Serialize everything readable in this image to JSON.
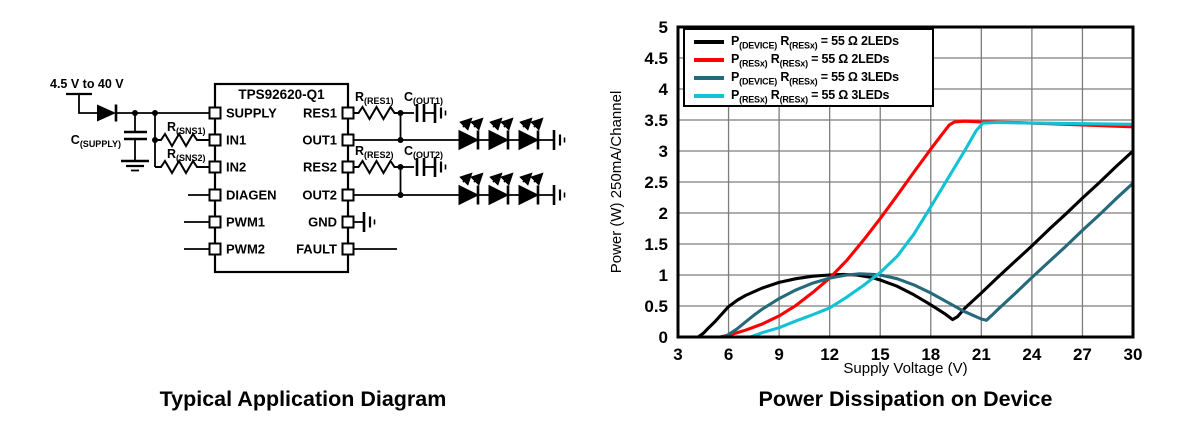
{
  "diagram": {
    "caption": "Typical Application Diagram",
    "supply_range": "4.5 V to 40 V",
    "ic_title": "TPS92620-Q1",
    "pins_left": [
      "SUPPLY",
      "IN1",
      "IN2",
      "DIAGEN",
      "PWM1",
      "PWM2"
    ],
    "pins_right": [
      "RES1",
      "OUT1",
      "RES2",
      "OUT2",
      "GND",
      "FAULT"
    ],
    "components": {
      "c_supply": {
        "base": "C",
        "sub": "(SUPPLY)"
      },
      "r_sns1": {
        "base": "R",
        "sub": "(SNS1)"
      },
      "r_sns2": {
        "base": "R",
        "sub": "(SNS2)"
      },
      "r_res1": {
        "base": "R",
        "sub": "(RES1)"
      },
      "c_out1": {
        "base": "C",
        "sub": "(OUT1)"
      },
      "r_res2": {
        "base": "R",
        "sub": "(RES2)"
      },
      "c_out2": {
        "base": "C",
        "sub": "(OUT2)"
      }
    }
  },
  "chart_data": {
    "type": "line",
    "title": "Power Dissipation on Device",
    "xlabel": "Supply Voltage (V)",
    "ylabel": "Power (W) 250mA/Channel",
    "xlim": [
      3,
      30
    ],
    "ylim": [
      0,
      5
    ],
    "xticks": [
      3,
      6,
      9,
      12,
      15,
      18,
      21,
      24,
      27,
      30
    ],
    "ytick_labels": [
      "0",
      "0.5",
      "1",
      "1.5",
      "2",
      "2.5",
      "3",
      "3.5",
      "4",
      "4.5",
      "5"
    ],
    "grid": {
      "x_step": 3,
      "y_step": 0.5,
      "color": "#7d7d7d"
    },
    "legend_position": "top-left",
    "series": [
      {
        "name": "P(DEVICE) R(RESx) = 55 Ω 2LEDs",
        "color": "#000000",
        "legend": {
          "p_base": "P",
          "p_sub": "(DEVICE)",
          "r_base": "R",
          "r_sub": "(RESx)",
          "suffix": "= 55 Ω 2LEDs"
        },
        "points": [
          [
            4.2,
            0
          ],
          [
            4.5,
            0.06
          ],
          [
            4.75,
            0.13
          ],
          [
            4.9,
            0.17
          ],
          [
            5.2,
            0.25
          ],
          [
            5.6,
            0.37
          ],
          [
            6,
            0.49
          ],
          [
            6.5,
            0.59
          ],
          [
            7,
            0.67
          ],
          [
            8,
            0.79
          ],
          [
            9,
            0.88
          ],
          [
            10,
            0.94
          ],
          [
            11,
            0.98
          ],
          [
            12,
            1.0
          ],
          [
            12.8,
            1.01
          ],
          [
            13.6,
            1.0
          ],
          [
            14.5,
            0.96
          ],
          [
            15,
            0.92
          ],
          [
            16,
            0.82
          ],
          [
            17,
            0.68
          ],
          [
            18,
            0.52
          ],
          [
            18.8,
            0.38
          ],
          [
            19.3,
            0.28
          ],
          [
            19.6,
            0.33
          ],
          [
            20,
            0.46
          ],
          [
            21,
            0.71
          ],
          [
            22,
            0.97
          ],
          [
            23,
            1.22
          ],
          [
            24,
            1.47
          ],
          [
            25,
            1.73
          ],
          [
            26,
            1.98
          ],
          [
            27,
            2.24
          ],
          [
            28,
            2.49
          ],
          [
            29,
            2.75
          ],
          [
            30,
            3.0
          ]
        ]
      },
      {
        "name": "P(RESx) R(RESx) = 55 Ω 2LEDs",
        "color": "#fe0000",
        "legend": {
          "p_base": "P",
          "p_sub": "(RESx)",
          "r_base": "R",
          "r_sub": "(RESx)",
          "suffix": "= 55 Ω 2LEDs"
        },
        "points": [
          [
            5.5,
            0
          ],
          [
            6,
            0.03
          ],
          [
            6.5,
            0.07
          ],
          [
            7,
            0.11
          ],
          [
            8,
            0.21
          ],
          [
            9,
            0.34
          ],
          [
            10,
            0.51
          ],
          [
            11,
            0.72
          ],
          [
            12,
            0.95
          ],
          [
            13,
            1.23
          ],
          [
            14,
            1.56
          ],
          [
            15,
            1.91
          ],
          [
            16,
            2.28
          ],
          [
            17,
            2.66
          ],
          [
            18,
            3.03
          ],
          [
            18.7,
            3.28
          ],
          [
            19.1,
            3.42
          ],
          [
            19.4,
            3.47
          ],
          [
            20,
            3.48
          ],
          [
            21,
            3.47
          ],
          [
            23,
            3.46
          ],
          [
            25,
            3.44
          ],
          [
            27,
            3.42
          ],
          [
            30,
            3.39
          ]
        ]
      },
      {
        "name": "P(DEVICE) R(RESx) = 55 Ω 3LEDs",
        "color": "#25697a",
        "legend": {
          "p_base": "P",
          "p_sub": "(DEVICE)",
          "r_base": "R",
          "r_sub": "(RESx)",
          "suffix": "= 55 Ω 3LEDs"
        },
        "points": [
          [
            5.7,
            0
          ],
          [
            6,
            0.04
          ],
          [
            6.5,
            0.13
          ],
          [
            7,
            0.24
          ],
          [
            7.5,
            0.35
          ],
          [
            8,
            0.45
          ],
          [
            9,
            0.62
          ],
          [
            10,
            0.76
          ],
          [
            11,
            0.87
          ],
          [
            12,
            0.95
          ],
          [
            13,
            1.0
          ],
          [
            13.8,
            1.02
          ],
          [
            14.6,
            1.01
          ],
          [
            15,
            1.0
          ],
          [
            16,
            0.94
          ],
          [
            17,
            0.84
          ],
          [
            18,
            0.71
          ],
          [
            19,
            0.56
          ],
          [
            20,
            0.41
          ],
          [
            21,
            0.29
          ],
          [
            21.3,
            0.27
          ],
          [
            21.7,
            0.37
          ],
          [
            22,
            0.45
          ],
          [
            23,
            0.7
          ],
          [
            24,
            0.96
          ],
          [
            25,
            1.21
          ],
          [
            26,
            1.46
          ],
          [
            27,
            1.72
          ],
          [
            28,
            1.97
          ],
          [
            29,
            2.23
          ],
          [
            30,
            2.48
          ]
        ]
      },
      {
        "name": "P(RESx) R(RESx) = 55 Ω 3LEDs",
        "color": "#11c2d5",
        "legend": {
          "p_base": "P",
          "p_sub": "(RESx)",
          "r_base": "R",
          "r_sub": "(RESx)",
          "suffix": "= 55 Ω 3LEDs"
        },
        "points": [
          [
            7.3,
            0
          ],
          [
            8,
            0.07
          ],
          [
            9,
            0.15
          ],
          [
            10,
            0.26
          ],
          [
            11,
            0.36
          ],
          [
            12,
            0.47
          ],
          [
            13,
            0.64
          ],
          [
            14,
            0.83
          ],
          [
            15,
            1.04
          ],
          [
            16,
            1.3
          ],
          [
            17,
            1.66
          ],
          [
            18,
            2.1
          ],
          [
            19,
            2.55
          ],
          [
            20,
            3.0
          ],
          [
            20.7,
            3.33
          ],
          [
            21.1,
            3.45
          ],
          [
            22,
            3.46
          ],
          [
            24,
            3.45
          ],
          [
            27,
            3.44
          ],
          [
            30,
            3.43
          ]
        ]
      }
    ]
  }
}
